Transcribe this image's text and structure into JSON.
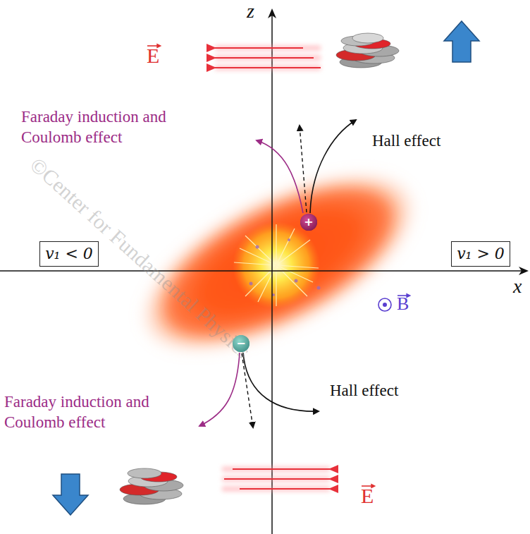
{
  "diagram": {
    "nodes": [
      {
        "text": [
          "+"
        ]
      },
      {
        "text": [
          "v₁ < 0"
        ]
      },
      {
        "text": [
          "v₁ > 0"
        ]
      },
      {
        "text": [
          "−"
        ]
      }
    ],
    "labels": [
      "z",
      "E",
      "Faraday induction and Coulomb effect",
      "Hall effect",
      "x",
      "B",
      "Faraday induction and Coulomb effect",
      "Hall effect",
      "E",
      "©Center for Fundamental Physics"
    ]
  }
}
